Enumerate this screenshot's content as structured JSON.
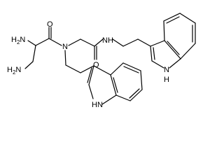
{
  "labels": {
    "nh2_top": "H2N",
    "nh2_bottom": "H2N",
    "o_amide1": "O",
    "n_tertiary": "N",
    "o_amide2": "O",
    "nh_amide": "NH",
    "nh_indole_right": "N",
    "nh_indole_right_h": "H",
    "nh_indole_bottom": "HN"
  }
}
